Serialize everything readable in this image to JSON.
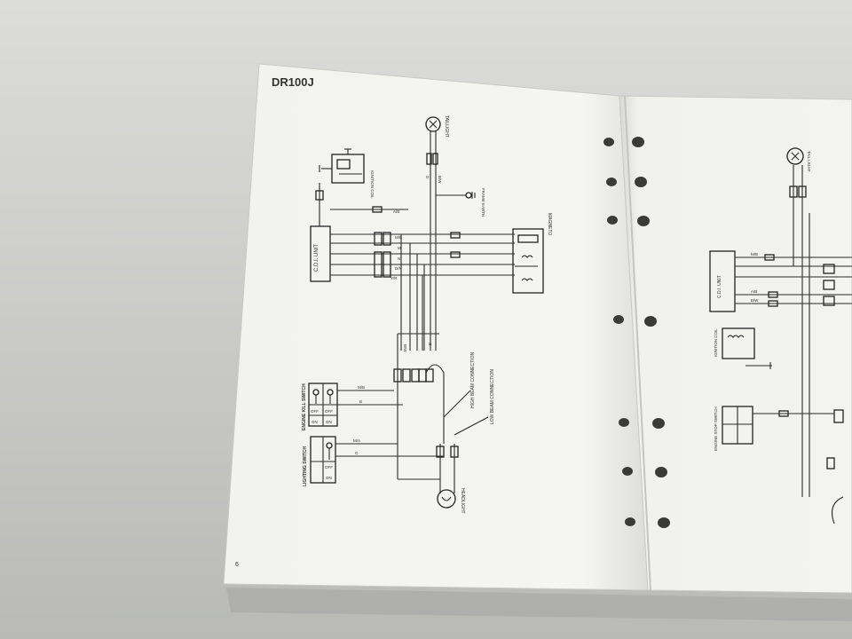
{
  "page": {
    "header": "DR100J",
    "page_number": "6"
  },
  "components": {
    "taillight": "TAILLIGHT",
    "frame_earth": "FRAME EARTH",
    "ignition_coil": "IGNITION COIL",
    "cdi_unit": "C.D.I. UNIT",
    "magneto": "MAGNETO",
    "high_beam": "HIGH BEAM CONNECTION",
    "low_beam": "LOW BEAM CONNECTION",
    "engine_kill_switch": "ENGINE KILL SWITCH",
    "lighting_switch": "LIGHTING SWITCH",
    "headlight": "HEADLIGHT"
  },
  "switch_states": {
    "off": "OFF",
    "on": "ON"
  },
  "wire_codes": {
    "g": "G",
    "bw": "B/W",
    "ab": "A/B",
    "mb": "M/B",
    "m": "M",
    "n": "N",
    "dn": "D/N",
    "yr": "Y/R",
    "ma": "M/A",
    "b": "B"
  },
  "right_page": {
    "tail_unit": "TAIL LIGHT",
    "cdi_unit": "C.D.I. UNIT",
    "ignition_coil": "IGNITION COIL",
    "engine_stop_switch": "ENGINE STOP SWITCH",
    "wire_ab": "A/B",
    "wire_mb": "M/B",
    "wire_bw": "B/W"
  },
  "colors": {
    "background": "#cfd0cd",
    "paper": "#f4f4f1",
    "ink": "#222222"
  }
}
